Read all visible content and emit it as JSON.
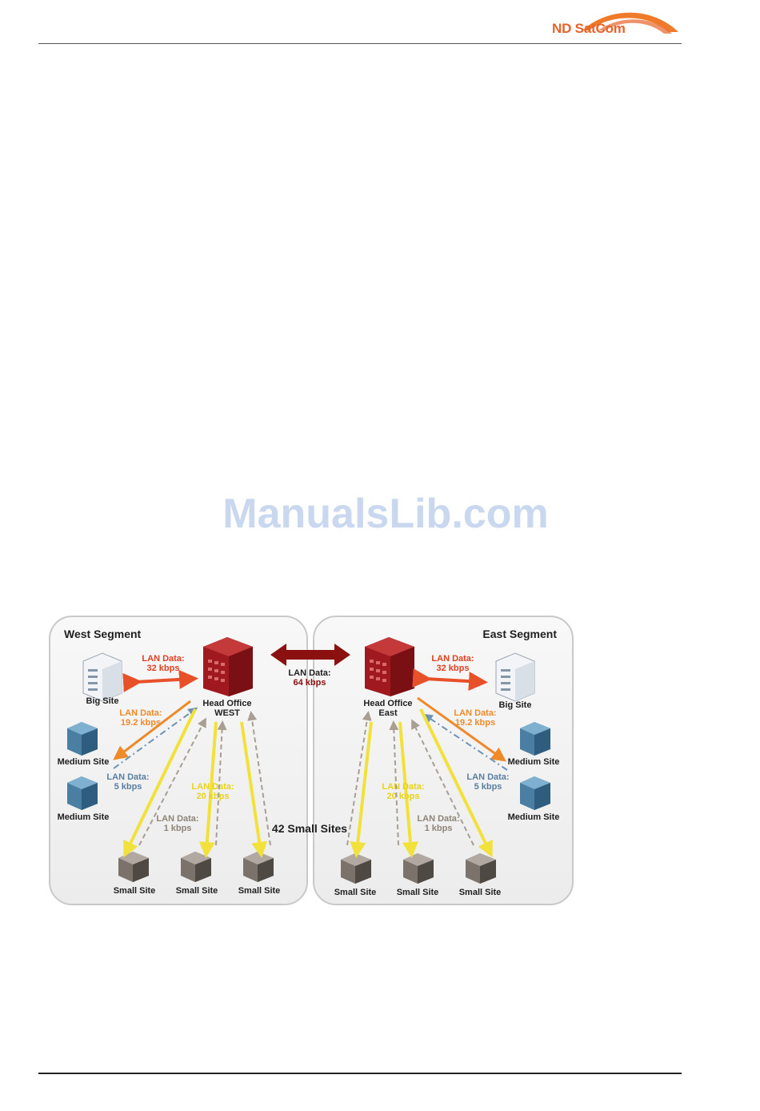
{
  "header": {
    "logo_text": "ND SatCom"
  },
  "watermark": "ManualsLib.com",
  "diagram": {
    "west_segment": "West Segment",
    "east_segment": "East Segment",
    "center_label": "42 Small Sites",
    "inter_link": {
      "line1": "LAN Data:",
      "line2": "64 kbps"
    },
    "west": {
      "head_office": {
        "line1": "Head Office",
        "line2": "WEST"
      },
      "big_site": "Big Site",
      "medium_site_1": "Medium Site",
      "medium_site_2": "Medium Site",
      "small_sites": [
        "Small Site",
        "Small Site",
        "Small Site"
      ],
      "big_link": {
        "line1": "LAN Data:",
        "line2": "32 kbps"
      },
      "medium_link": {
        "line1": "LAN Data:",
        "line2": "19.2 kbps"
      },
      "medium_return": {
        "line1": "LAN Data:",
        "line2": "5 kbps"
      },
      "small_link": {
        "line1": "LAN Data:",
        "line2": "20 kbps"
      },
      "small_return": {
        "line1": "LAN Data:",
        "line2": "1 kbps"
      }
    },
    "east": {
      "head_office": {
        "line1": "Head Office",
        "line2": "East"
      },
      "big_site": "Big Site",
      "medium_site_1": "Medium Site",
      "medium_site_2": "Medium Site",
      "small_sites": [
        "Small Site",
        "Small Site",
        "Small Site"
      ],
      "big_link": {
        "line1": "LAN Data:",
        "line2": "32 kbps"
      },
      "medium_link": {
        "line1": "LAN Data:",
        "line2": "19.2 kbps"
      },
      "medium_return": {
        "line1": "LAN Data:",
        "line2": "5 kbps"
      },
      "small_link": {
        "line1": "LAN Data:",
        "line2": "20 kbps"
      },
      "small_return": {
        "line1": "LAN Data:",
        "line2": "1 kbps"
      }
    },
    "colors": {
      "head_office": "#a0191e",
      "big_link": "#e8502a",
      "medium_link": "#ef8a2a",
      "medium_return": "#6f93b5",
      "small_link": "#f2e13a",
      "small_return": "#a89e92",
      "inter_link": "#8b1010"
    }
  }
}
